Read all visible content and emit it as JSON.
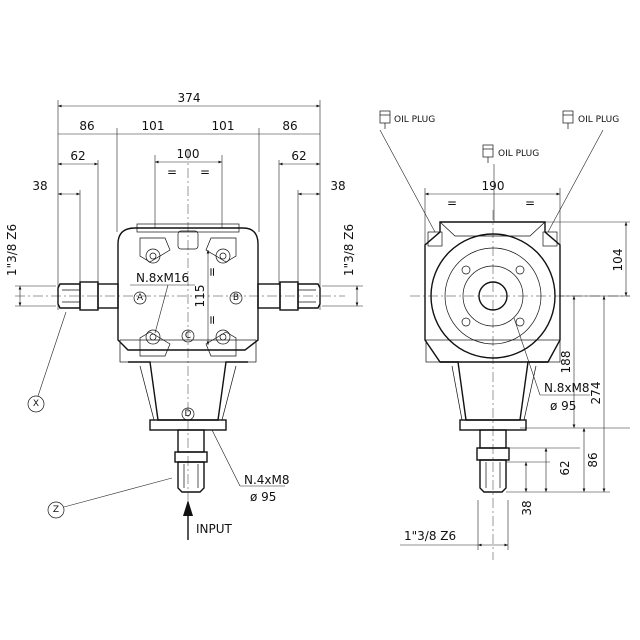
{
  "front_view": {
    "dimensions": {
      "overall_width": "374",
      "outer_left": "86",
      "inner_left": "101",
      "inner_right": "101",
      "outer_right": "86",
      "top_center": "100",
      "shaft_left": "62",
      "shaft_right": "62",
      "tip_left": "38",
      "tip_right": "38",
      "spline_left": "1\"3/8  Z6",
      "spline_right": "1\"3/8  Z6",
      "height_mid": "115",
      "equal_sign": "="
    },
    "callouts": {
      "top_bolts": "N.8xM16",
      "bottom_bolts": "N.4xM8",
      "bottom_dia": "ø 95",
      "input": "INPUT"
    },
    "circle_labels": {
      "a": "A",
      "b": "B",
      "c": "C",
      "d": "D",
      "x": "X",
      "z": "Z"
    }
  },
  "side_view": {
    "dimensions": {
      "width": "190",
      "height_top": "104",
      "height_mid": "188",
      "height_total": "274",
      "shaft_len": "86",
      "shaft_mid": "62",
      "shaft_tip": "38",
      "spline": "1\"3/8  Z6",
      "equal_sign": "="
    },
    "callouts": {
      "oil_plug_left": "OIL PLUG",
      "oil_plug_center": "OIL PLUG",
      "oil_plug_right": "OIL PLUG",
      "bolts": "N.8xM8",
      "dia": "ø 95"
    }
  }
}
